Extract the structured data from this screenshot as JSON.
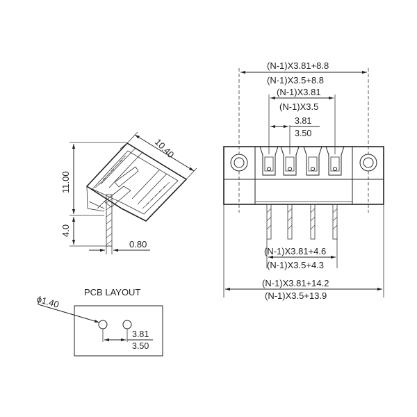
{
  "side_view": {
    "dim_width": "10.40",
    "dim_height": "11.00",
    "dim_pin_length": "4.0",
    "dim_pin_thickness": "0.80"
  },
  "pcb_layout": {
    "title": "PCB LAYOUT",
    "hole_diameter": "ϕ1.40",
    "pitch_a": "3.81",
    "pitch_b": "3.50"
  },
  "front_view": {
    "top_dims": [
      "(N-1)X3.81+8.8",
      "(N-1)X3.5+8.8",
      "(N-1)X3.81",
      "(N-1)X3.5"
    ],
    "pitch_a": "3.81",
    "pitch_b": "3.50",
    "bottom_dims": [
      "(N-1)X3.81+4.6",
      "(N-1)X3.5+4.3",
      "(N-1)X3.81+14.2",
      "(N-1)X3.5+13.9"
    ]
  }
}
